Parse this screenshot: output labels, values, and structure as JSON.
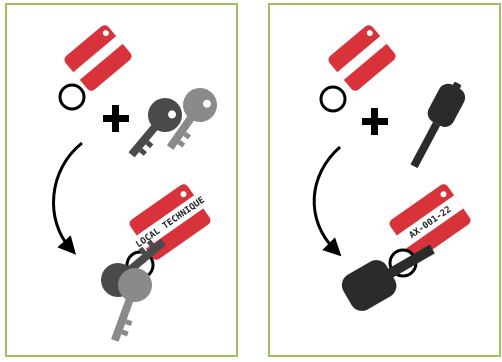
{
  "colors": {
    "panel_border": "#9cc25a",
    "tag_red": "#d8323a",
    "tag_stripe": "#ffffff",
    "key_dark": "#3c3c3c",
    "key_mid": "#8a8a8a",
    "car_key": "#2b2b2b",
    "arrow": "#000000"
  },
  "panels": [
    {
      "name": "standard-keys-panel",
      "label_text": "LOCAL TECHNIQUE",
      "icons": [
        "key-tag-icon",
        "plus-icon",
        "key-pair-icon",
        "curved-arrow-icon",
        "labeled-key-tag-icon",
        "keyring-keys-icon"
      ]
    },
    {
      "name": "car-key-panel",
      "label_text": "AX-001-22",
      "icons": [
        "key-tag-icon",
        "plus-icon",
        "car-key-icon",
        "curved-arrow-icon",
        "labeled-key-tag-icon",
        "keyring-car-key-icon"
      ]
    }
  ]
}
